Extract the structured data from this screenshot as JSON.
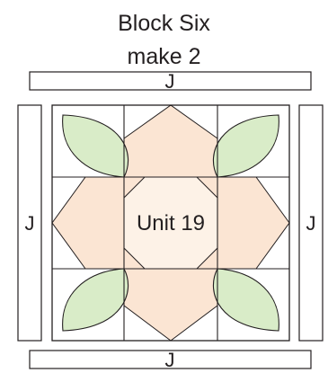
{
  "block": {
    "title": "Block Six",
    "subtitle": "make 2",
    "center_label": "Unit 19",
    "sashing_label": "J"
  },
  "colors": {
    "outline": "#231f20",
    "peach": "#fbe5d3",
    "leaf": "#d9ecc8",
    "background": "#ffffff"
  }
}
